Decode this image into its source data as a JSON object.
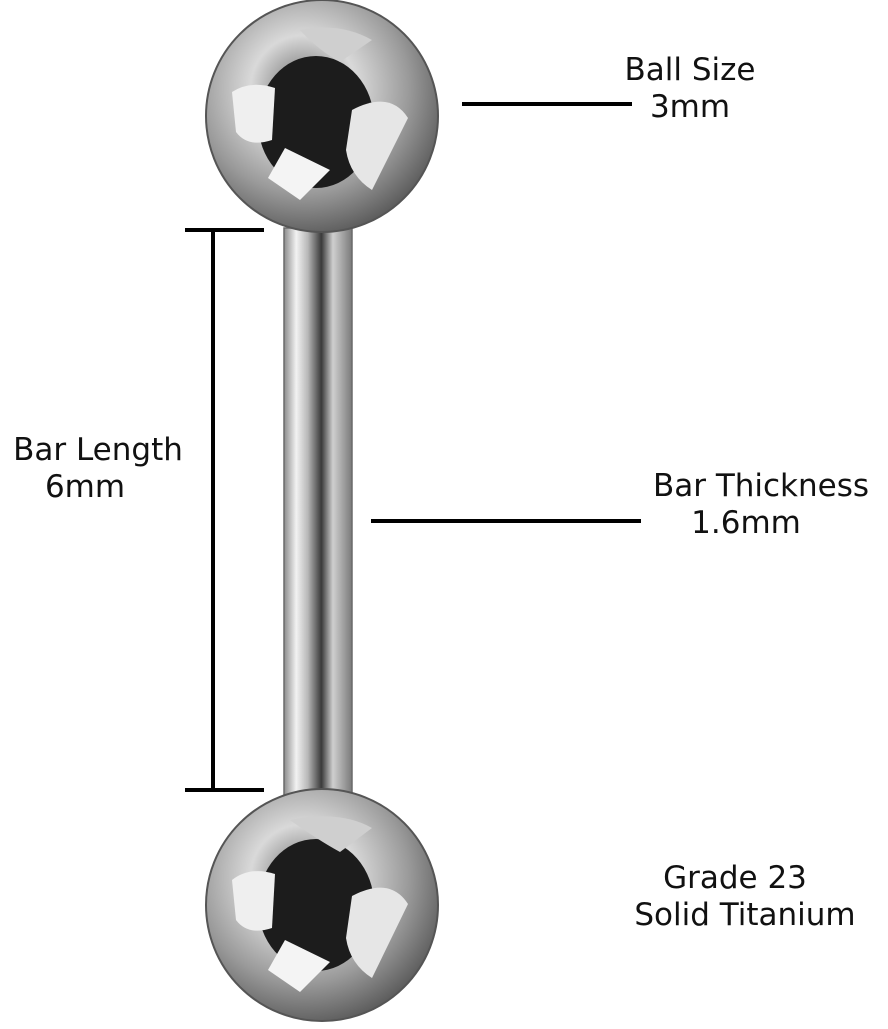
{
  "annotations": {
    "ball_size": {
      "line1": "Ball Size",
      "line2": "3mm"
    },
    "bar_length": {
      "line1": "Bar Length",
      "line2": "6mm"
    },
    "bar_thickness": {
      "line1": "Bar Thickness",
      "line2": "1.6mm"
    },
    "material": {
      "line1": "Grade 23",
      "line2": "Solid Titanium"
    }
  },
  "colors": {
    "line": "#000000",
    "metal_light": "#f4f4f4",
    "metal_mid": "#a9a9a9",
    "metal_dark": "#1c1c1c"
  }
}
